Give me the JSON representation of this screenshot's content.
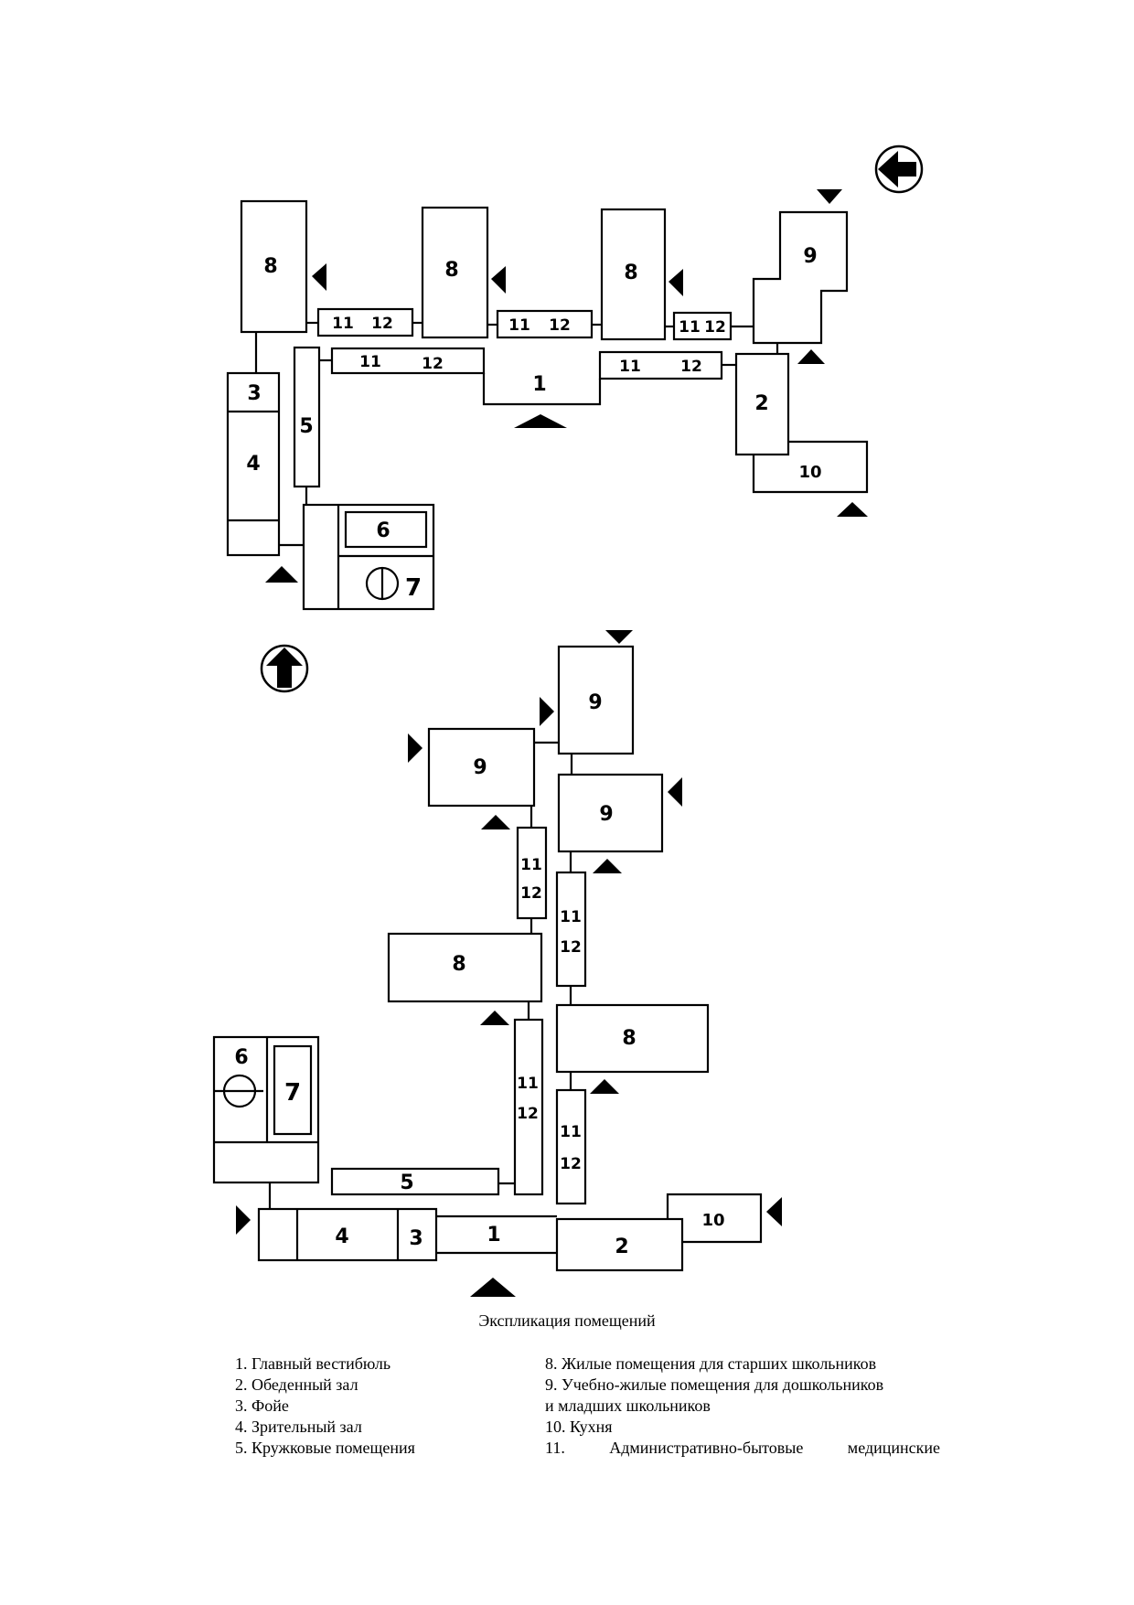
{
  "room_labels": {
    "r1": "1",
    "r2": "2",
    "r3": "3",
    "r4": "4",
    "r5": "5",
    "r6": "6",
    "r7": "7",
    "r8": "8",
    "r9": "9",
    "r10": "10",
    "r11": "11",
    "r12": "12"
  },
  "caption": "Экспликация помещений",
  "legend": {
    "left": [
      "1. Главный вестибюль",
      "2. Обеденный зал",
      "3. Фойе",
      "4. Зрительный зал",
      "5. Кружковые помещения"
    ],
    "right": [
      "8. Жилые помещения для старших школьников",
      "9. Учебно-жилые помещения для дошкольников",
      "и младших школьников",
      "10. Кухня"
    ],
    "item11": [
      "11.",
      "Административно-бытовые",
      "медицинские"
    ]
  }
}
